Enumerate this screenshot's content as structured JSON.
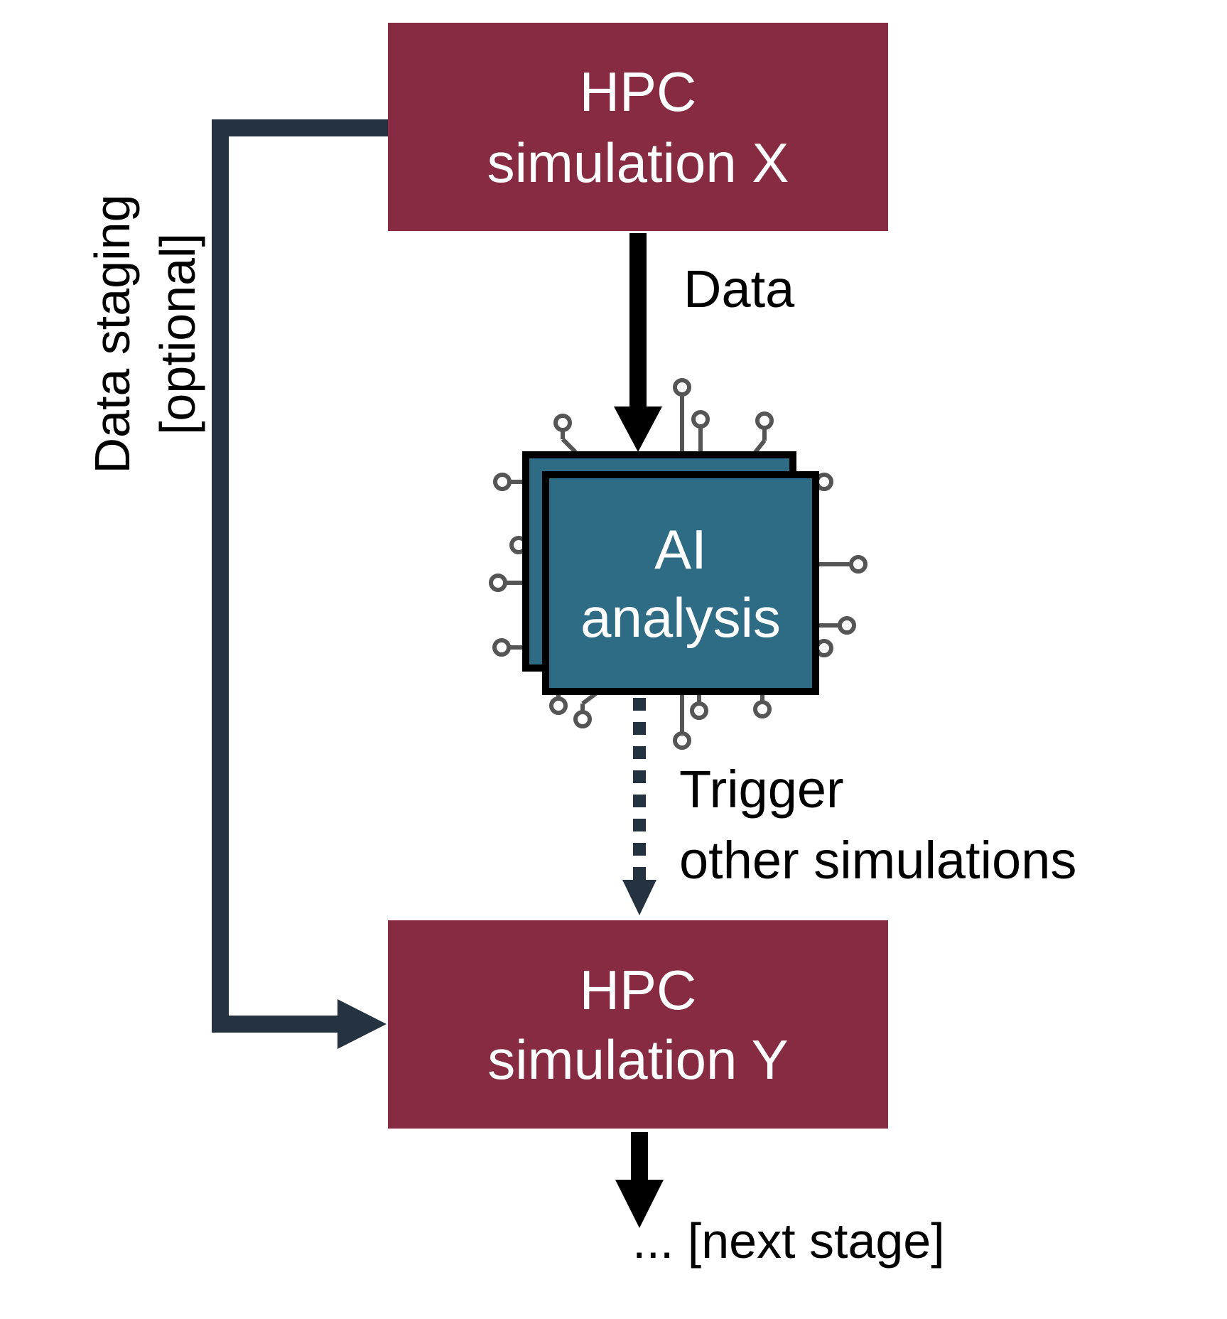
{
  "colors": {
    "hpc_box": "#862b41",
    "ai_box": "#2e6b84",
    "staging_line": "#25323f",
    "arrow": "#000000",
    "chip_pins": "#555555",
    "text_on_box": "#ffffff",
    "label_text": "#000000"
  },
  "boxes": {
    "hpc_x": {
      "line1": "HPC",
      "line2": "simulation X"
    },
    "ai": {
      "line1": "AI",
      "line2": "analysis"
    },
    "hpc_y": {
      "line1": "HPC",
      "line2": "simulation Y"
    }
  },
  "labels": {
    "data": "Data",
    "trigger_line1": "Trigger",
    "trigger_line2": "other simulations",
    "staging_line1": "Data staging",
    "staging_line2": "[optional]",
    "next_stage": "... [next stage]"
  },
  "icons": {
    "chip": "circuit-chip-icon"
  }
}
